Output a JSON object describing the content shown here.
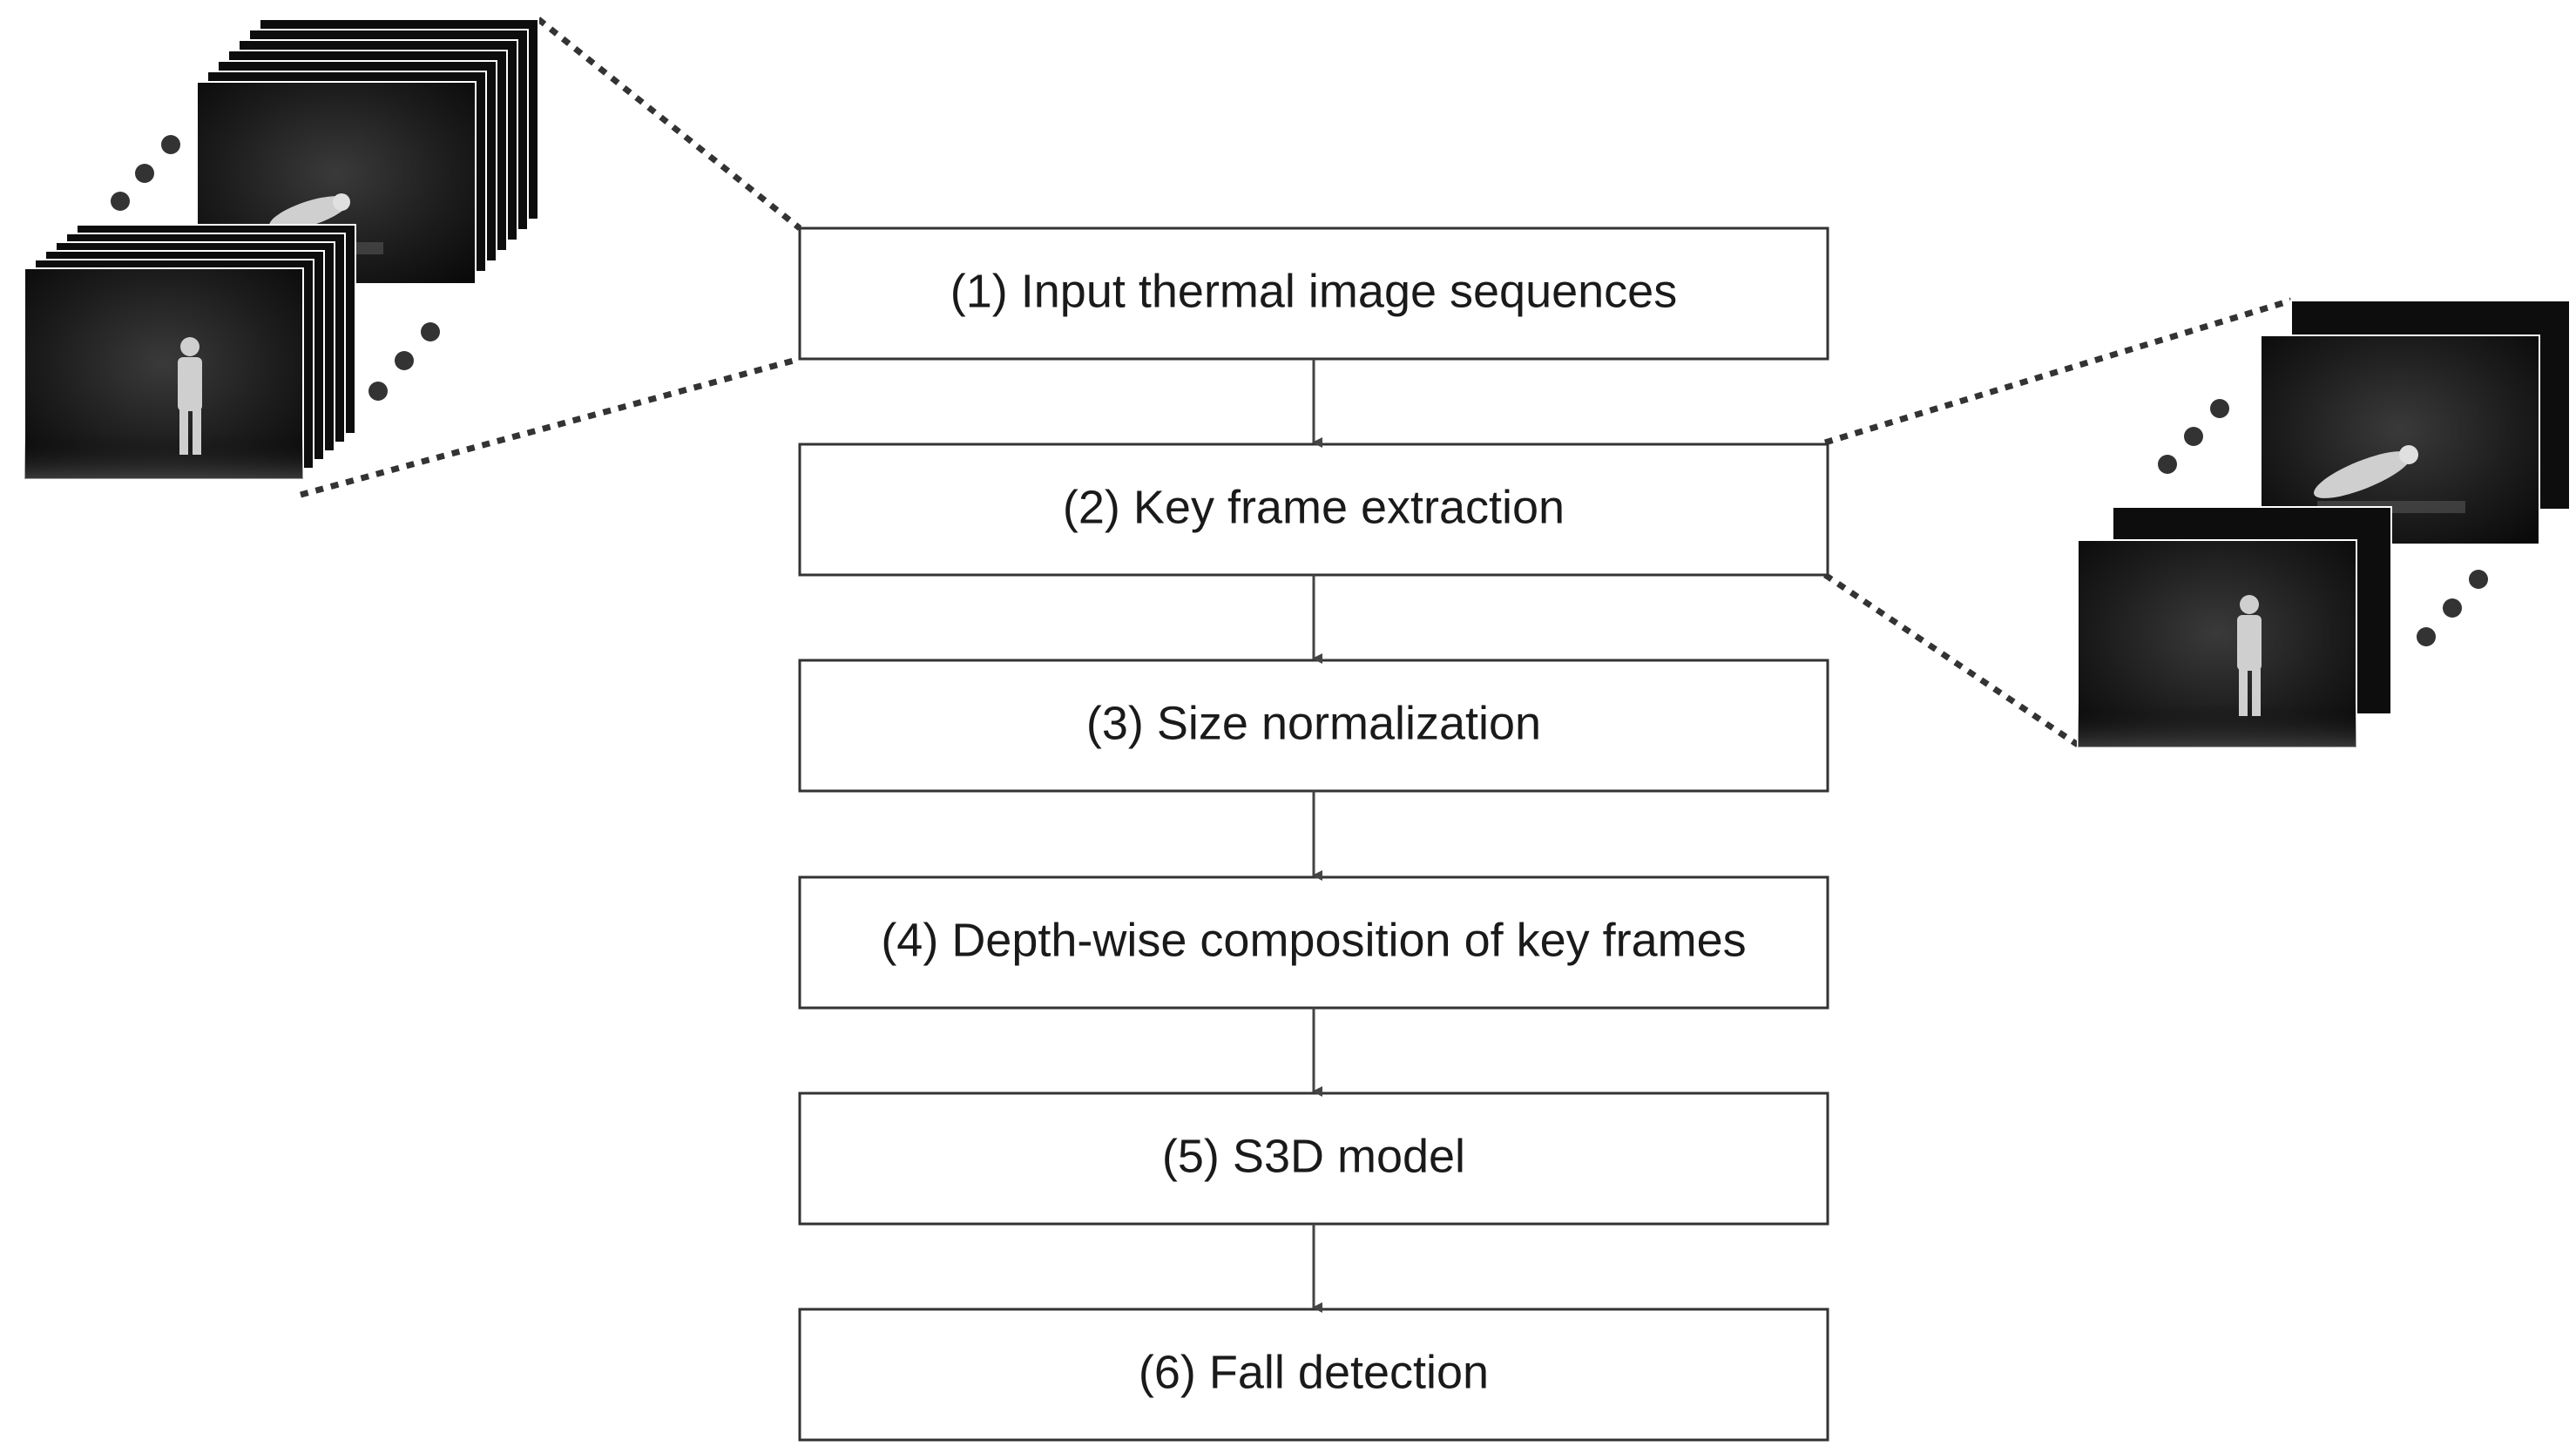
{
  "steps": [
    {
      "label": "(1) Input thermal image sequences"
    },
    {
      "label": "(2) Key frame extraction"
    },
    {
      "label": "(3) Size normalization"
    },
    {
      "label": "(4) Depth-wise composition of key frames"
    },
    {
      "label": "(5) S3D model"
    },
    {
      "label": "(6) Fall detection"
    }
  ],
  "colors": {
    "box_stroke": "#333333",
    "text": "#1a1a1a",
    "connector": "#444444",
    "frame_dark": "#141414",
    "figure": "#d0d0d0"
  },
  "icons": {
    "input_sequence": "thermal-frame-stack-icon",
    "key_frames": "key-frame-stack-icon",
    "ellipsis": "ellipsis-dots-icon",
    "arrow": "down-arrow-icon"
  }
}
